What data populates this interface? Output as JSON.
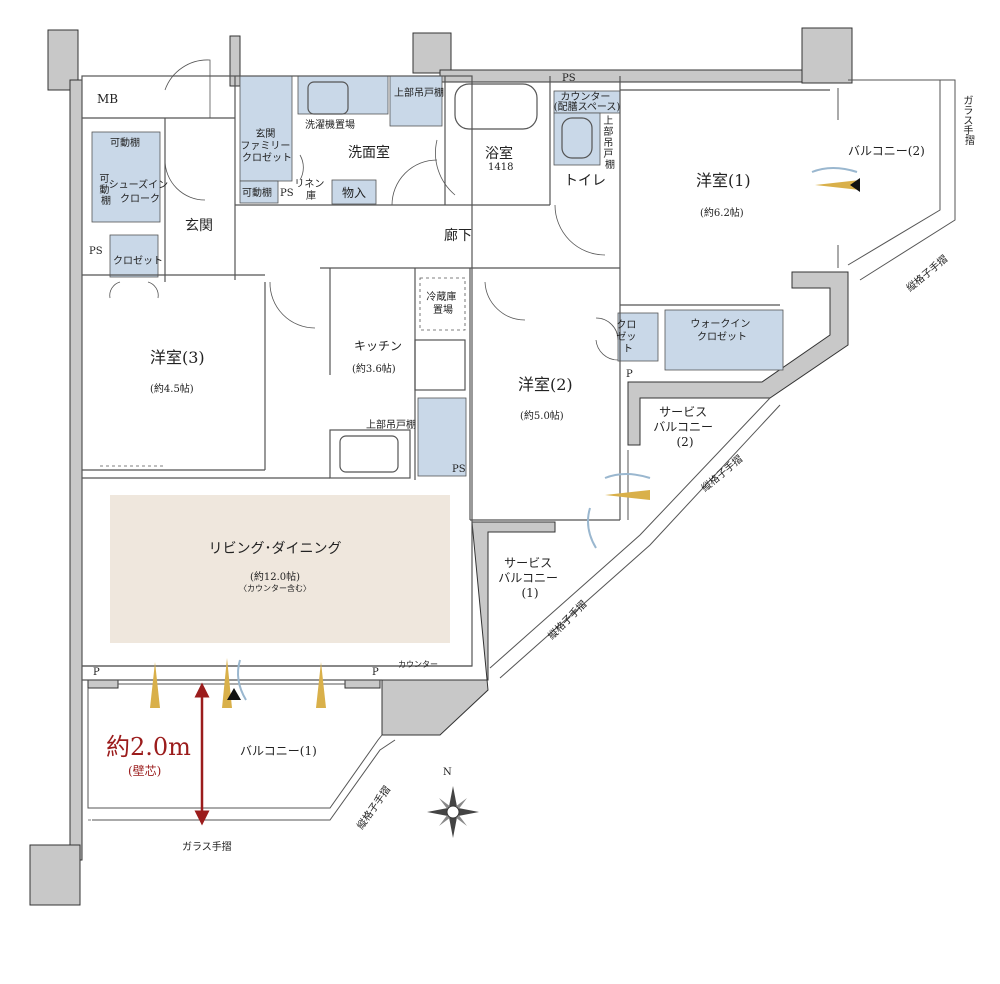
{
  "colors": {
    "wall": "#c8c8c8",
    "wall_stroke": "#333333",
    "storage": "#c9d8e8",
    "living_fill": "#efe7dd",
    "accent": "#9b1c1c",
    "airflow": "#d9b04a",
    "wind": "#9ab7cf"
  },
  "rooms": {
    "mb": "MB",
    "family_closet": [
      "玄関",
      "ファミリー",
      "クロゼット"
    ],
    "movable_shelf_1": "可動棚",
    "movable_shelf_2": [
      "可",
      "動",
      "棚"
    ],
    "shoes_in": [
      "シューズイン",
      "クローク"
    ],
    "movable_shelf_3": "可動棚",
    "ps_1": "PS",
    "linen": [
      "リネン",
      "庫"
    ],
    "storage_room": "物入",
    "washer": "洗濯機置場",
    "upper_cabinet_1": "上部吊戸棚",
    "washroom": "洗面室",
    "bath": "浴室",
    "bath_size": "1418",
    "ps_2": "PS",
    "counter_space": [
      "カウンター",
      "(配膳スペース)"
    ],
    "upper_cabinet_2": [
      "上",
      "部",
      "吊",
      "戸",
      "棚"
    ],
    "toilet": "トイレ",
    "western1_name": "洋室(1)",
    "western1_size": "(約6.2帖)",
    "balcony2": "バルコニー(2)",
    "glass_rail_right": [
      "ガ",
      "ラ",
      "ス",
      "手",
      "摺"
    ],
    "vertical_rail_1": "縦格子手摺",
    "entrance": "玄関",
    "hallway": "廊下",
    "ps_3": "PS",
    "closet_3": "クロゼット",
    "fridge": [
      "冷蔵庫",
      "置場"
    ],
    "kitchen_name": "キッチン",
    "kitchen_size": "(約3.6帖)",
    "closet_2": [
      "クロ",
      "ゼッ",
      "ト"
    ],
    "walkin": [
      "ウォークイン",
      "クロゼット"
    ],
    "p_1": "P",
    "western3_name": "洋室(3)",
    "western3_size": "(約4.5帖)",
    "western2_name": "洋室(2)",
    "western2_size": "(約5.0帖)",
    "upper_cabinet_3": "上部吊戸棚",
    "ps_4": "PS",
    "service_balcony2": [
      "サービス",
      "バルコニー",
      "(2)"
    ],
    "vertical_rail_2": "縦格子手摺",
    "living_name": "リビング･ダイニング",
    "living_size": "(約12.0帖)",
    "living_note": "〈カウンター含む〉",
    "service_balcony1": [
      "サービス",
      "バルコニー",
      "(1)"
    ],
    "vertical_rail_3": "縦格子手摺",
    "p_2": "P",
    "p_3": "P",
    "counter": "カウンター",
    "balcony1": "バルコニー(1)",
    "depth_value": "約2.0m",
    "depth_note": "(壁芯)",
    "vertical_rail_4": "縦格子手摺",
    "glass_rail_bottom": "ガラス手摺",
    "compass_n": "N"
  }
}
